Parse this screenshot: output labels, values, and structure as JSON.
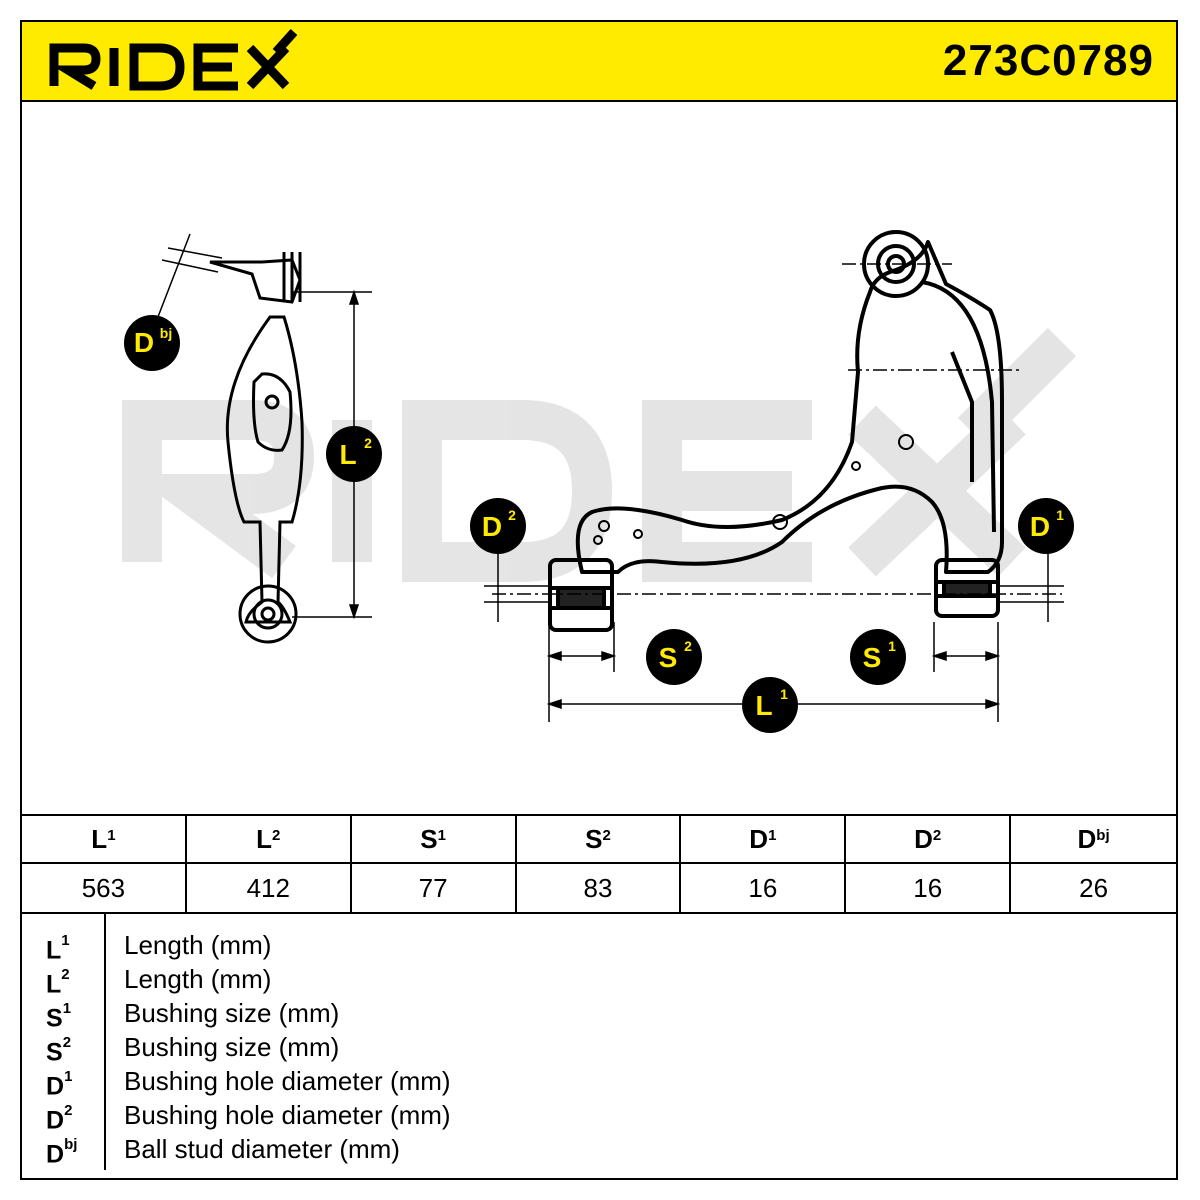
{
  "header": {
    "brand": "RIDEX",
    "part_number": "273C0789",
    "background_color": "#ffeb00"
  },
  "drawing": {
    "watermark": "RIDEX",
    "callouts": {
      "dbj": {
        "main": "D",
        "sup": "bj"
      },
      "l2": {
        "main": "L",
        "sup": "2"
      },
      "d2": {
        "main": "D",
        "sup": "2"
      },
      "d1": {
        "main": "D",
        "sup": "1"
      },
      "s2": {
        "main": "S",
        "sup": "2"
      },
      "s1": {
        "main": "S",
        "sup": "1"
      },
      "l1": {
        "main": "L",
        "sup": "1"
      }
    }
  },
  "table": {
    "headers": [
      {
        "main": "L",
        "sup": "1"
      },
      {
        "main": "L",
        "sup": "2"
      },
      {
        "main": "S",
        "sup": "1"
      },
      {
        "main": "S",
        "sup": "2"
      },
      {
        "main": "D",
        "sup": "1"
      },
      {
        "main": "D",
        "sup": "2"
      },
      {
        "main": "D",
        "sup": "bj"
      }
    ],
    "values": [
      "563",
      "412",
      "77",
      "83",
      "16",
      "16",
      "26"
    ]
  },
  "legend": [
    {
      "main": "L",
      "sup": "1",
      "desc": "Length (mm)"
    },
    {
      "main": "L",
      "sup": "2",
      "desc": "Length (mm)"
    },
    {
      "main": "S",
      "sup": "1",
      "desc": "Bushing size (mm)"
    },
    {
      "main": "S",
      "sup": "2",
      "desc": "Bushing size (mm)"
    },
    {
      "main": "D",
      "sup": "1",
      "desc": "Bushing hole diameter (mm)"
    },
    {
      "main": "D",
      "sup": "2",
      "desc": "Bushing hole diameter (mm)"
    },
    {
      "main": "D",
      "sup": "bj",
      "desc": "Ball stud diameter (mm)"
    }
  ]
}
